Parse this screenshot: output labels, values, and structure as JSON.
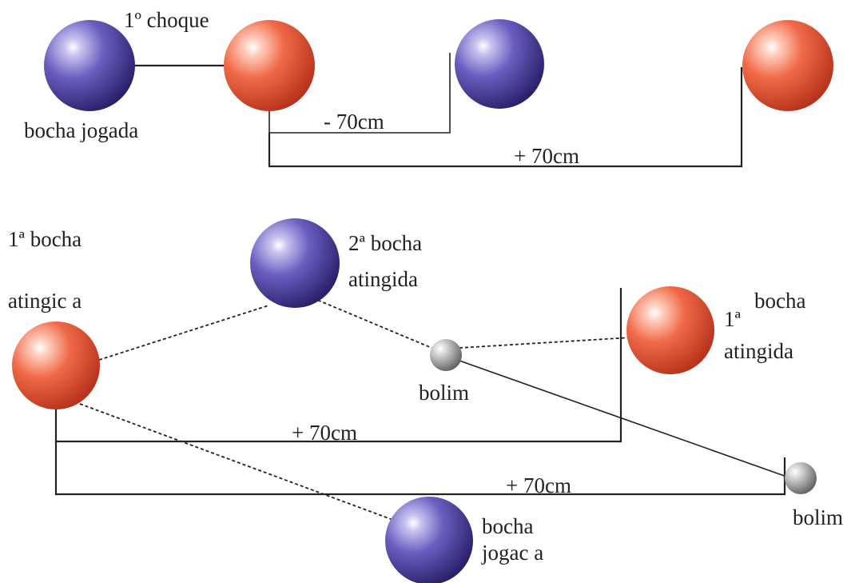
{
  "colors": {
    "blue_ball": "#4a3f9a",
    "red_ball": "#e8583a",
    "bolim_ball": "#9a9a9a",
    "line": "#222222"
  },
  "top": {
    "label_first_hit": "1º choque",
    "label_played_ball": "bocha jogada",
    "label_minus": "- 70cm",
    "label_plus": "+ 70cm"
  },
  "bottom": {
    "label_first_ball_a": "1ª bocha",
    "label_first_ball_b": "atingic a",
    "label_second_ball_a": "2ª bocha",
    "label_second_ball_b": "atingida",
    "label_right_a_sup": "1ª",
    "label_right_a": "bocha",
    "label_right_b": "atingida",
    "label_bolim_center": "bolim",
    "label_bolim_right": "bolim",
    "label_plus_upper": "+ 70cm",
    "label_plus_lower": "+ 70cm",
    "label_played_a": "bocha",
    "label_played_b": "jogac a"
  }
}
